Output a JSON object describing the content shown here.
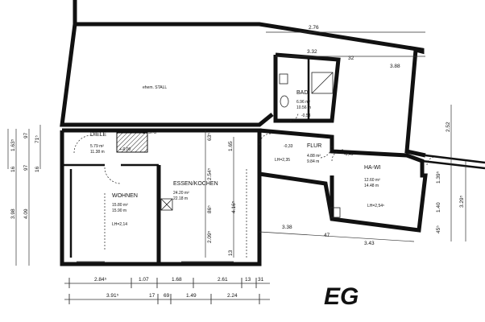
{
  "floor_label": "EG",
  "rooms": {
    "stall": {
      "name": "ehem. STALL"
    },
    "bad": {
      "name": "BAD",
      "area1": "6.96 m²",
      "area2": "10.56 m",
      "level": "-0,53"
    },
    "diele": {
      "name": "DIELE",
      "area1": "5.79 m²",
      "area2": "11.38 m",
      "level": "+-0,00",
      "stair": "14 STG"
    },
    "flur": {
      "name": "FLUR",
      "area1": "4.88 m²",
      "area2": "9.84 m",
      "lh": "LH=2,35",
      "level": "-0,33"
    },
    "hawi": {
      "name": "HA-WI",
      "area1": "12.60 m²",
      "area2": "14.48 m",
      "lh": "LH=2,54⁵",
      "level": "-0,45"
    },
    "wohnen": {
      "name": "WOHNEN",
      "area1": "15.80 m²",
      "area2": "15.90 m",
      "lh": "LH=2,14"
    },
    "essen": {
      "name": "ESSEN/KOCHEN",
      "area1": "24.20 m²",
      "area2": "22.18 m"
    }
  },
  "dimensions_top": [
    "2.76",
    "3.32",
    "32",
    "3.88"
  ],
  "dimensions_right": [
    "2.52",
    "1.39⁵",
    "1.40",
    "3.29⁵",
    "45⁵"
  ],
  "dimensions_left": [
    "1.63⁵",
    "97",
    "71⁵",
    "16",
    "97",
    "16",
    "3.98",
    "4.09"
  ],
  "dimensions_inner": [
    "2.54⁵",
    "4.16⁵",
    "1.65",
    "86⁵",
    "2.09⁵",
    "63⁵",
    "13",
    "3.38",
    "47",
    "3.43"
  ],
  "dimensions_bottom_row1": [
    "2.84⁵",
    "1.07",
    "1.68",
    "2.61",
    "13",
    "31"
  ],
  "dimensions_bottom_row2": [
    "3.91⁵",
    "17",
    "69",
    "1.49",
    "2.24"
  ]
}
